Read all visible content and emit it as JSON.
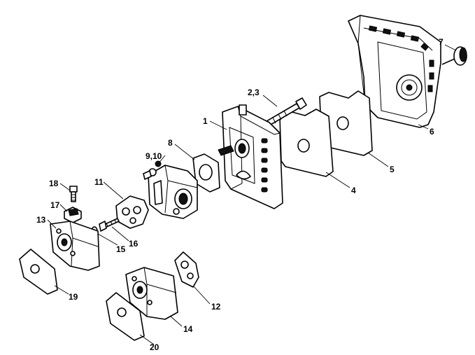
{
  "labels": [
    "1",
    "2,3",
    "4",
    "5",
    "6",
    "7",
    "8",
    "9,10",
    "11",
    "12",
    "13",
    "14",
    "15",
    "16",
    "17",
    "18",
    "19",
    "20"
  ]
}
